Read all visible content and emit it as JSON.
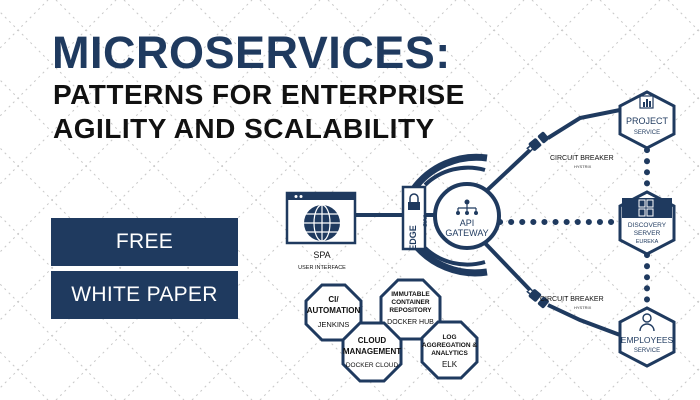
{
  "title": {
    "main": "MICROSERVICES:",
    "line2": "PATTERNS FOR ENTERPRISE",
    "line3": "AGILITY AND SCALABILITY"
  },
  "badges": {
    "free": "FREE",
    "white_paper": "WHITE PAPER"
  },
  "diagram": {
    "spa": {
      "title": "SPA",
      "subtitle": "USER INTERFACE"
    },
    "edge": {
      "title": "EDGE",
      "subtitle": "ZUUL"
    },
    "gateway": {
      "line1": "API",
      "line2": "GATEWAY"
    },
    "circuit_breaker_top": {
      "title": "CIRCUIT BREAKER",
      "subtitle": "HYSTRIX"
    },
    "circuit_breaker_bottom": {
      "title": "CIRCUIT BREAKER",
      "subtitle": "HYSTRIX"
    },
    "project": {
      "line1": "PROJECT",
      "line2": "SERVICE"
    },
    "discovery": {
      "line1": "DISCOVERY",
      "line2": "SERVER",
      "line3": "EUREKA"
    },
    "employees": {
      "line1": "EMPLOYEES",
      "line2": "SERVICE"
    },
    "ci": {
      "line1": "CI/",
      "line2": "AUTOMATION",
      "line3": "JENKINS"
    },
    "repo": {
      "line1": "IMMUTABLE",
      "line2": "CONTAINER",
      "line3": "REPOSITORY",
      "line4": "DOCKER HUB"
    },
    "cloud": {
      "line1": "CLOUD",
      "line2": "MANAGEMENT",
      "line3": "DOCKER CLOUD"
    },
    "log": {
      "line1": "LOG",
      "line2": "AGGREGATION &",
      "line3": "ANALYTICS",
      "line4": "ELK"
    }
  },
  "colors": {
    "navy": "#1f3a5f",
    "text_dark": "#111111",
    "background": "#ffffff",
    "pattern": "#c8c8c8"
  }
}
